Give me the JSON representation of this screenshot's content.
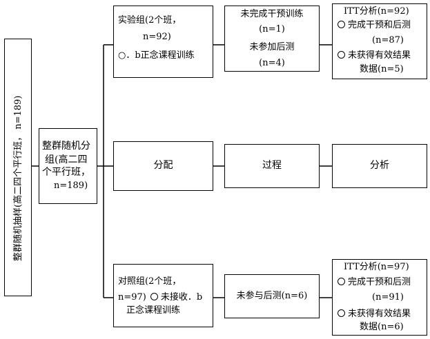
{
  "sampling": {
    "text": "整群随机抽样(高二四个平行班，  n=189)"
  },
  "randomization": {
    "line1": "整群随机分",
    "line2": "组(高二四",
    "line3": "个平行班，",
    "line4": "n=189)"
  },
  "header_row": {
    "allocation": "分配",
    "process": "过程",
    "analysis": "分析"
  },
  "experimental": {
    "line1": "实验组(2个班，",
    "line2": "n=92)",
    "line3": "○．b正念课程训练",
    "process_line1": "未完成干预训练",
    "process_line2": "(n=1)",
    "process_line3": "未参加后测",
    "process_line4": "(n=4)",
    "itt_title": "ITT分析(n=92)",
    "itt_line2": "完成干预和后测",
    "itt_line3": "(n=87)",
    "itt_line4": "未获得有效结果",
    "itt_line5": "数据(n=5)"
  },
  "control": {
    "line1": "对照组(2个班，",
    "line2a": "n=97)",
    "line2b": "未接收．b",
    "line3": "正念课程训练",
    "process_line1": "未参与后测(n=6)",
    "itt_title": "ITT分析(n=97)",
    "itt_line2": "完成干预和后测",
    "itt_line3": "(n=91)",
    "itt_line4": "未获得有效结果",
    "itt_line5": "数据(n=6)"
  }
}
